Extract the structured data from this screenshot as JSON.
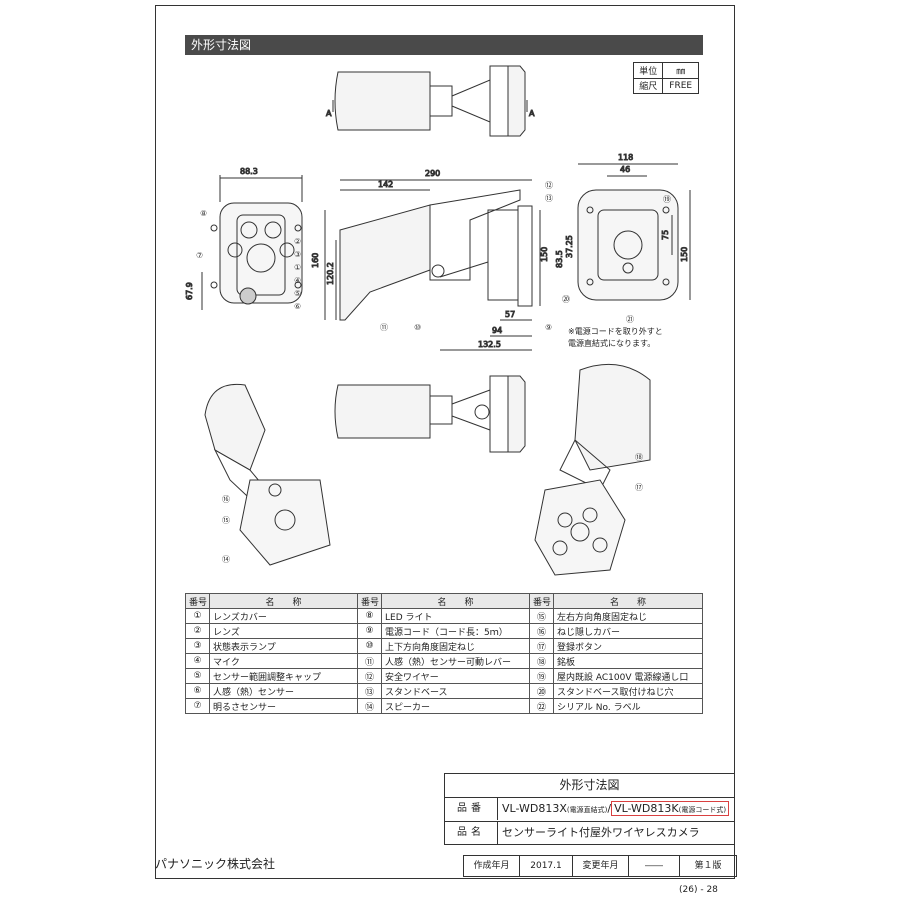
{
  "section_title": "外形寸法図",
  "unit_box": {
    "unit_label": "単位",
    "unit_value": "㎜",
    "scale_label": "縮尺",
    "scale_value": "FREE"
  },
  "dimensions": {
    "top_view_marks": [
      "A",
      "A"
    ],
    "front_width": "88.3",
    "front_height": "67.9",
    "side_total": "290",
    "side_body": "142",
    "side_h1": "160",
    "side_h2": "120.2",
    "side_h3": "150",
    "side_b1": "94",
    "side_b2": "57",
    "side_b3": "132.5",
    "base_width": "118",
    "base_inner": "46",
    "base_h1": "75",
    "base_h2": "150",
    "base_h3": "37.25",
    "base_h4": "83.5"
  },
  "callouts": [
    "⑧",
    "⑦",
    "②",
    "③",
    "①",
    "④",
    "⑤",
    "⑥",
    "⑫",
    "⑬",
    "⑪",
    "⑩",
    "⑨",
    "⑲",
    "⑳",
    "㉑",
    "⑯",
    "⑮",
    "⑭",
    "⑱",
    "⑰"
  ],
  "note": [
    "※電源コードを取り外すと",
    "電源直結式になります。"
  ],
  "parts_table": {
    "headers": [
      "番号",
      "名　　称",
      "番号",
      "名　　称",
      "番号",
      "名　　称"
    ],
    "rows": [
      [
        "①",
        "レンズカバー",
        "⑧",
        "LED ライト",
        "⑮",
        "左右方向角度固定ねじ"
      ],
      [
        "②",
        "レンズ",
        "⑨",
        "電源コード（コード長：5ｍ）",
        "⑯",
        "ねじ隠しカバー"
      ],
      [
        "③",
        "状態表示ランプ",
        "⑩",
        "上下方向角度固定ねじ",
        "⑰",
        "登録ボタン"
      ],
      [
        "④",
        "マイク",
        "⑪",
        "人感（熱）センサー可動レバー",
        "⑱",
        "銘板"
      ],
      [
        "⑤",
        "センサー範囲調整キャップ",
        "⑫",
        "安全ワイヤー",
        "⑲",
        "屋内既設 AC100V 電源線通し口"
      ],
      [
        "⑥",
        "人感（熱）センサー",
        "⑬",
        "スタンドベース",
        "⑳",
        "スタンドベース取付けねじ穴"
      ],
      [
        "⑦",
        "明るさセンサー",
        "⑭",
        "スピーカー",
        "㉒",
        "シリアル No. ラベル"
      ]
    ]
  },
  "title_block": {
    "heading": "外形寸法図",
    "model_label": "品番",
    "model_a": "VL-WD813X",
    "model_a_note": "(電源直結式)",
    "model_sep": "/",
    "model_b": "VL-WD813K",
    "model_b_note": "(電源コード式)",
    "name_label": "品名",
    "name_value": "センサーライト付屋外ワイヤレスカメラ"
  },
  "footer": {
    "company": "パナソニック株式会社",
    "created_label": "作成年月",
    "created_value": "2017.1",
    "changed_label": "変更年月",
    "changed_value": "――",
    "edition": "第１版",
    "page": "(26) - 28"
  }
}
